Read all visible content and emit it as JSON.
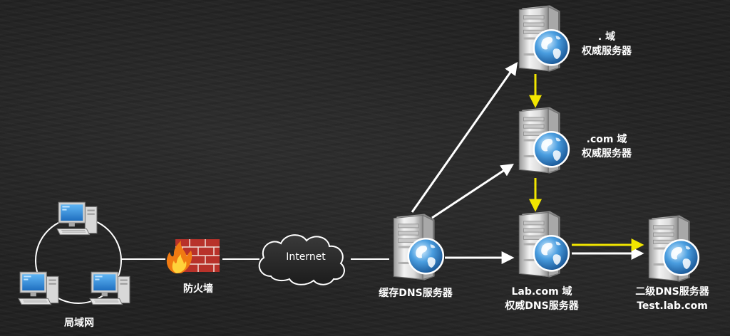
{
  "nodes": {
    "lan": {
      "label": "局域网"
    },
    "firewall": {
      "label": "防火墙"
    },
    "internet": {
      "label": "Internet"
    },
    "cache_dns": {
      "label": "缓存DNS服务器"
    },
    "root_ns": {
      "line1": ". 域",
      "line2": "权威服务器"
    },
    "com_ns": {
      "line1": ".com 域",
      "line2": "权威服务器"
    },
    "lab_ns": {
      "line1": "Lab.com 域",
      "line2": "权威DNS服务器"
    },
    "second_ns": {
      "line1": "二级DNS服务器",
      "line2": "Test.lab.com"
    }
  },
  "colors": {
    "line": "#ffffff",
    "delegation_arrow": "#f2e600"
  }
}
